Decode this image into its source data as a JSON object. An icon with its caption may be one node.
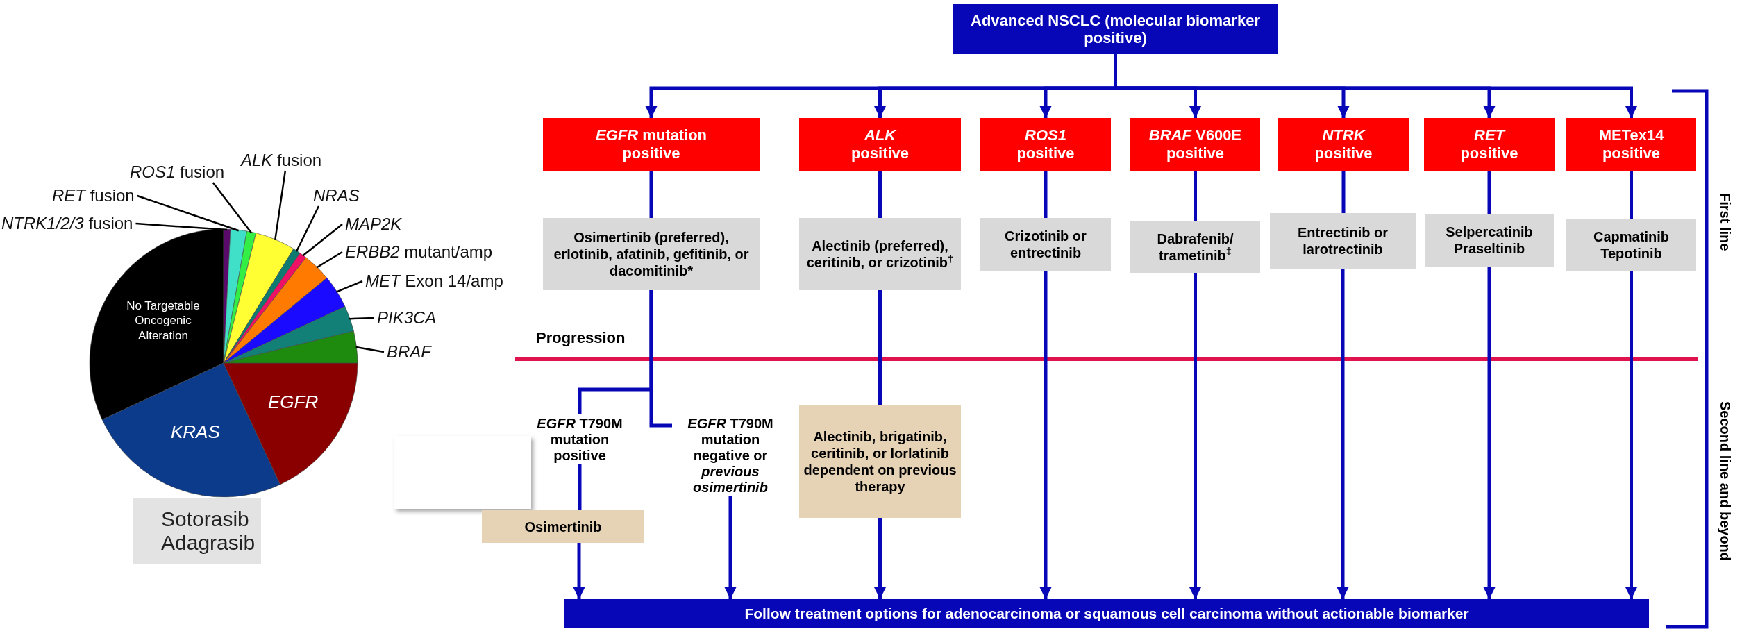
{
  "diagram": {
    "nodes": [
      {
        "text": [
          "*NTRK1/2/3* fusion"
        ]
      },
      {
        "text": [
          "*RET* fusion"
        ]
      },
      {
        "text": [
          "*ROS1* fusion"
        ]
      },
      {
        "text": [
          "*ALK* fusion"
        ]
      },
      {
        "text": [
          "NRAS"
        ]
      },
      {
        "text": [
          "MAP2K"
        ]
      },
      {
        "text": [
          "*ERBB2* mutant/amp"
        ]
      },
      {
        "text": [
          "*MET* Exon 14/amp"
        ]
      },
      {
        "text": [
          "PIK3CA"
        ]
      },
      {
        "text": [
          "BRAF"
        ]
      },
      {
        "text": [
          "No Targetable Oncogenic Alteration"
        ]
      },
      {
        "text": [
          "KRAS"
        ]
      },
      {
        "text": [
          "EGFR"
        ]
      },
      {
        "text": [],
        "shape": "wedge"
      },
      {
        "text": [],
        "shape": "wedge"
      },
      {
        "text": [],
        "shape": "wedge"
      },
      {
        "text": [],
        "shape": "wedge"
      },
      {
        "text": [],
        "shape": "wedge"
      },
      {
        "text": [],
        "shape": "wedge"
      },
      {
        "text": [],
        "shape": "wedge"
      },
      {
        "text": [],
        "shape": "wedge"
      },
      {
        "text": [],
        "shape": "wedge"
      },
      {
        "text": [],
        "shape": "wedge"
      },
      {
        "text": [
          "Sotorasib Adagrasib"
        ]
      },
      {
        "text": [
          "Advanced NSCLC (molecular biomarker positive)"
        ]
      },
      {
        "text": [
          "*EGFR* mutation positive"
        ]
      },
      {
        "text": [
          "*ALK* positive"
        ]
      },
      {
        "text": [
          "*ROS1* positive"
        ]
      },
      {
        "text": [
          "*BRAF* V600E positive"
        ]
      },
      {
        "text": [
          "*NTRK* positive"
        ]
      },
      {
        "text": [
          "*RET* positive"
        ]
      },
      {
        "text": [
          "METex14 positive"
        ]
      },
      {
        "text": [
          "Osimertinib (preferred), erlotinib, afatinib, gefitinib, or dacomitinib*"
        ]
      },
      {
        "text": [
          "Alectinib (preferred), ceritinib, or crizotinib$^{†}$"
        ]
      },
      {
        "text": [
          "Crizotinib or entrectinib"
        ]
      },
      {
        "text": [
          "Dabrafenib/ trametinib$^{‡}$"
        ]
      },
      {
        "text": [
          "Entrectinib or larotrectinib"
        ]
      },
      {
        "text": [
          "Selpercatinib Praseltinib"
        ]
      },
      {
        "text": [
          "Capmatinib Tepotinib"
        ]
      },
      {
        "text": [
          "*EGFR* T790M mutation positive"
        ]
      },
      {
        "text": [
          "*EGFR* T790M mutation negative or *previous osimertinib*"
        ]
      },
      {
        "text": [
          "Alectinib, brigatinib, ceritinib, or lorlatinib dependent on previous therapy"
        ]
      },
      {
        "text": [
          "Osimertinib"
        ]
      },
      {
        "text": [
          "Follow treatment options for adenocarcinoma or squamous cell carcinoma without actionable biomarker"
        ]
      }
    ],
    "edges": [
      {
        "from": 0,
        "to": 13,
        "arrow": "none",
        "color": "#000000"
      },
      {
        "from": 1,
        "to": 14,
        "arrow": "none",
        "color": "#000000"
      },
      {
        "from": 2,
        "to": 15,
        "arrow": "none",
        "color": "#000000"
      },
      {
        "from": 3,
        "to": 16,
        "arrow": "none",
        "color": "#000000"
      },
      {
        "from": 4,
        "to": 17,
        "arrow": "none",
        "color": "#000000"
      },
      {
        "from": 5,
        "to": 18,
        "arrow": "none",
        "color": "#000000"
      },
      {
        "from": 6,
        "to": 19,
        "arrow": "none",
        "color": "#000000"
      },
      {
        "from": 7,
        "to": 20,
        "arrow": "none",
        "color": "#000000"
      },
      {
        "from": 8,
        "to": 21,
        "arrow": "none",
        "color": "#000000"
      },
      {
        "from": 9,
        "to": 22,
        "arrow": "none",
        "color": "#000000"
      },
      {
        "from": 24,
        "to": 25,
        "arrow": "to"
      },
      {
        "from": 24,
        "to": 26,
        "arrow": "to"
      },
      {
        "from": 24,
        "to": 27,
        "arrow": "to"
      },
      {
        "from": 24,
        "to": 28,
        "arrow": "to"
      },
      {
        "from": 24,
        "to": 29,
        "arrow": "to"
      },
      {
        "from": 24,
        "to": 30,
        "arrow": "to"
      },
      {
        "from": 24,
        "to": 31,
        "arrow": "to"
      },
      {
        "from": 25,
        "to": 32,
        "arrow": "none"
      },
      {
        "from": 26,
        "to": 33,
        "arrow": "none"
      },
      {
        "from": 27,
        "to": 34,
        "arrow": "none"
      },
      {
        "from": 28,
        "to": 35,
        "arrow": "none"
      },
      {
        "from": 29,
        "to": 36,
        "arrow": "none"
      },
      {
        "from": 30,
        "to": 37,
        "arrow": "none"
      },
      {
        "from": 31,
        "to": 38,
        "arrow": "none"
      },
      {
        "from": 32,
        "to": 39,
        "arrow": "none"
      },
      {
        "from": 32,
        "to": 40,
        "arrow": "none"
      },
      {
        "from": 33,
        "to": 41,
        "arrow": "none"
      },
      {
        "from": 41,
        "to": 43,
        "arrow": "to"
      },
      {
        "from": 39,
        "to": 42,
        "arrow": "none"
      },
      {
        "from": 42,
        "to": 43,
        "arrow": "to"
      },
      {
        "from": 40,
        "to": 43,
        "arrow": "to"
      },
      {
        "from": 34,
        "to": 43,
        "arrow": "to"
      },
      {
        "from": 35,
        "to": 43,
        "arrow": "to"
      },
      {
        "from": 36,
        "to": 43,
        "arrow": "to"
      },
      {
        "from": 37,
        "to": 43,
        "arrow": "to"
      },
      {
        "from": 38,
        "to": 43,
        "arrow": "to"
      }
    ],
    "labels": [
      "Progression",
      "First line",
      "Second line and beyond"
    ]
  }
}
